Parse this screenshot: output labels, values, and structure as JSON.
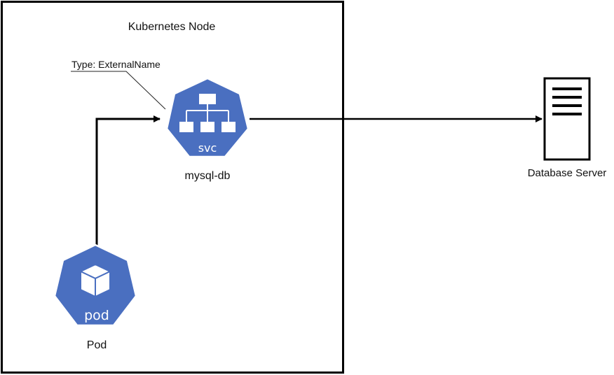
{
  "node": {
    "title": "Kubernetes Node"
  },
  "service": {
    "type_label": "Type: ExternalName",
    "icon_text": "svc",
    "name": "mysql-db"
  },
  "pod": {
    "icon_text": "pod",
    "name": "Pod"
  },
  "database": {
    "name": "Database Server"
  },
  "colors": {
    "k8s_blue": "#4A6FC0",
    "line": "#000000",
    "text": "#111111"
  }
}
